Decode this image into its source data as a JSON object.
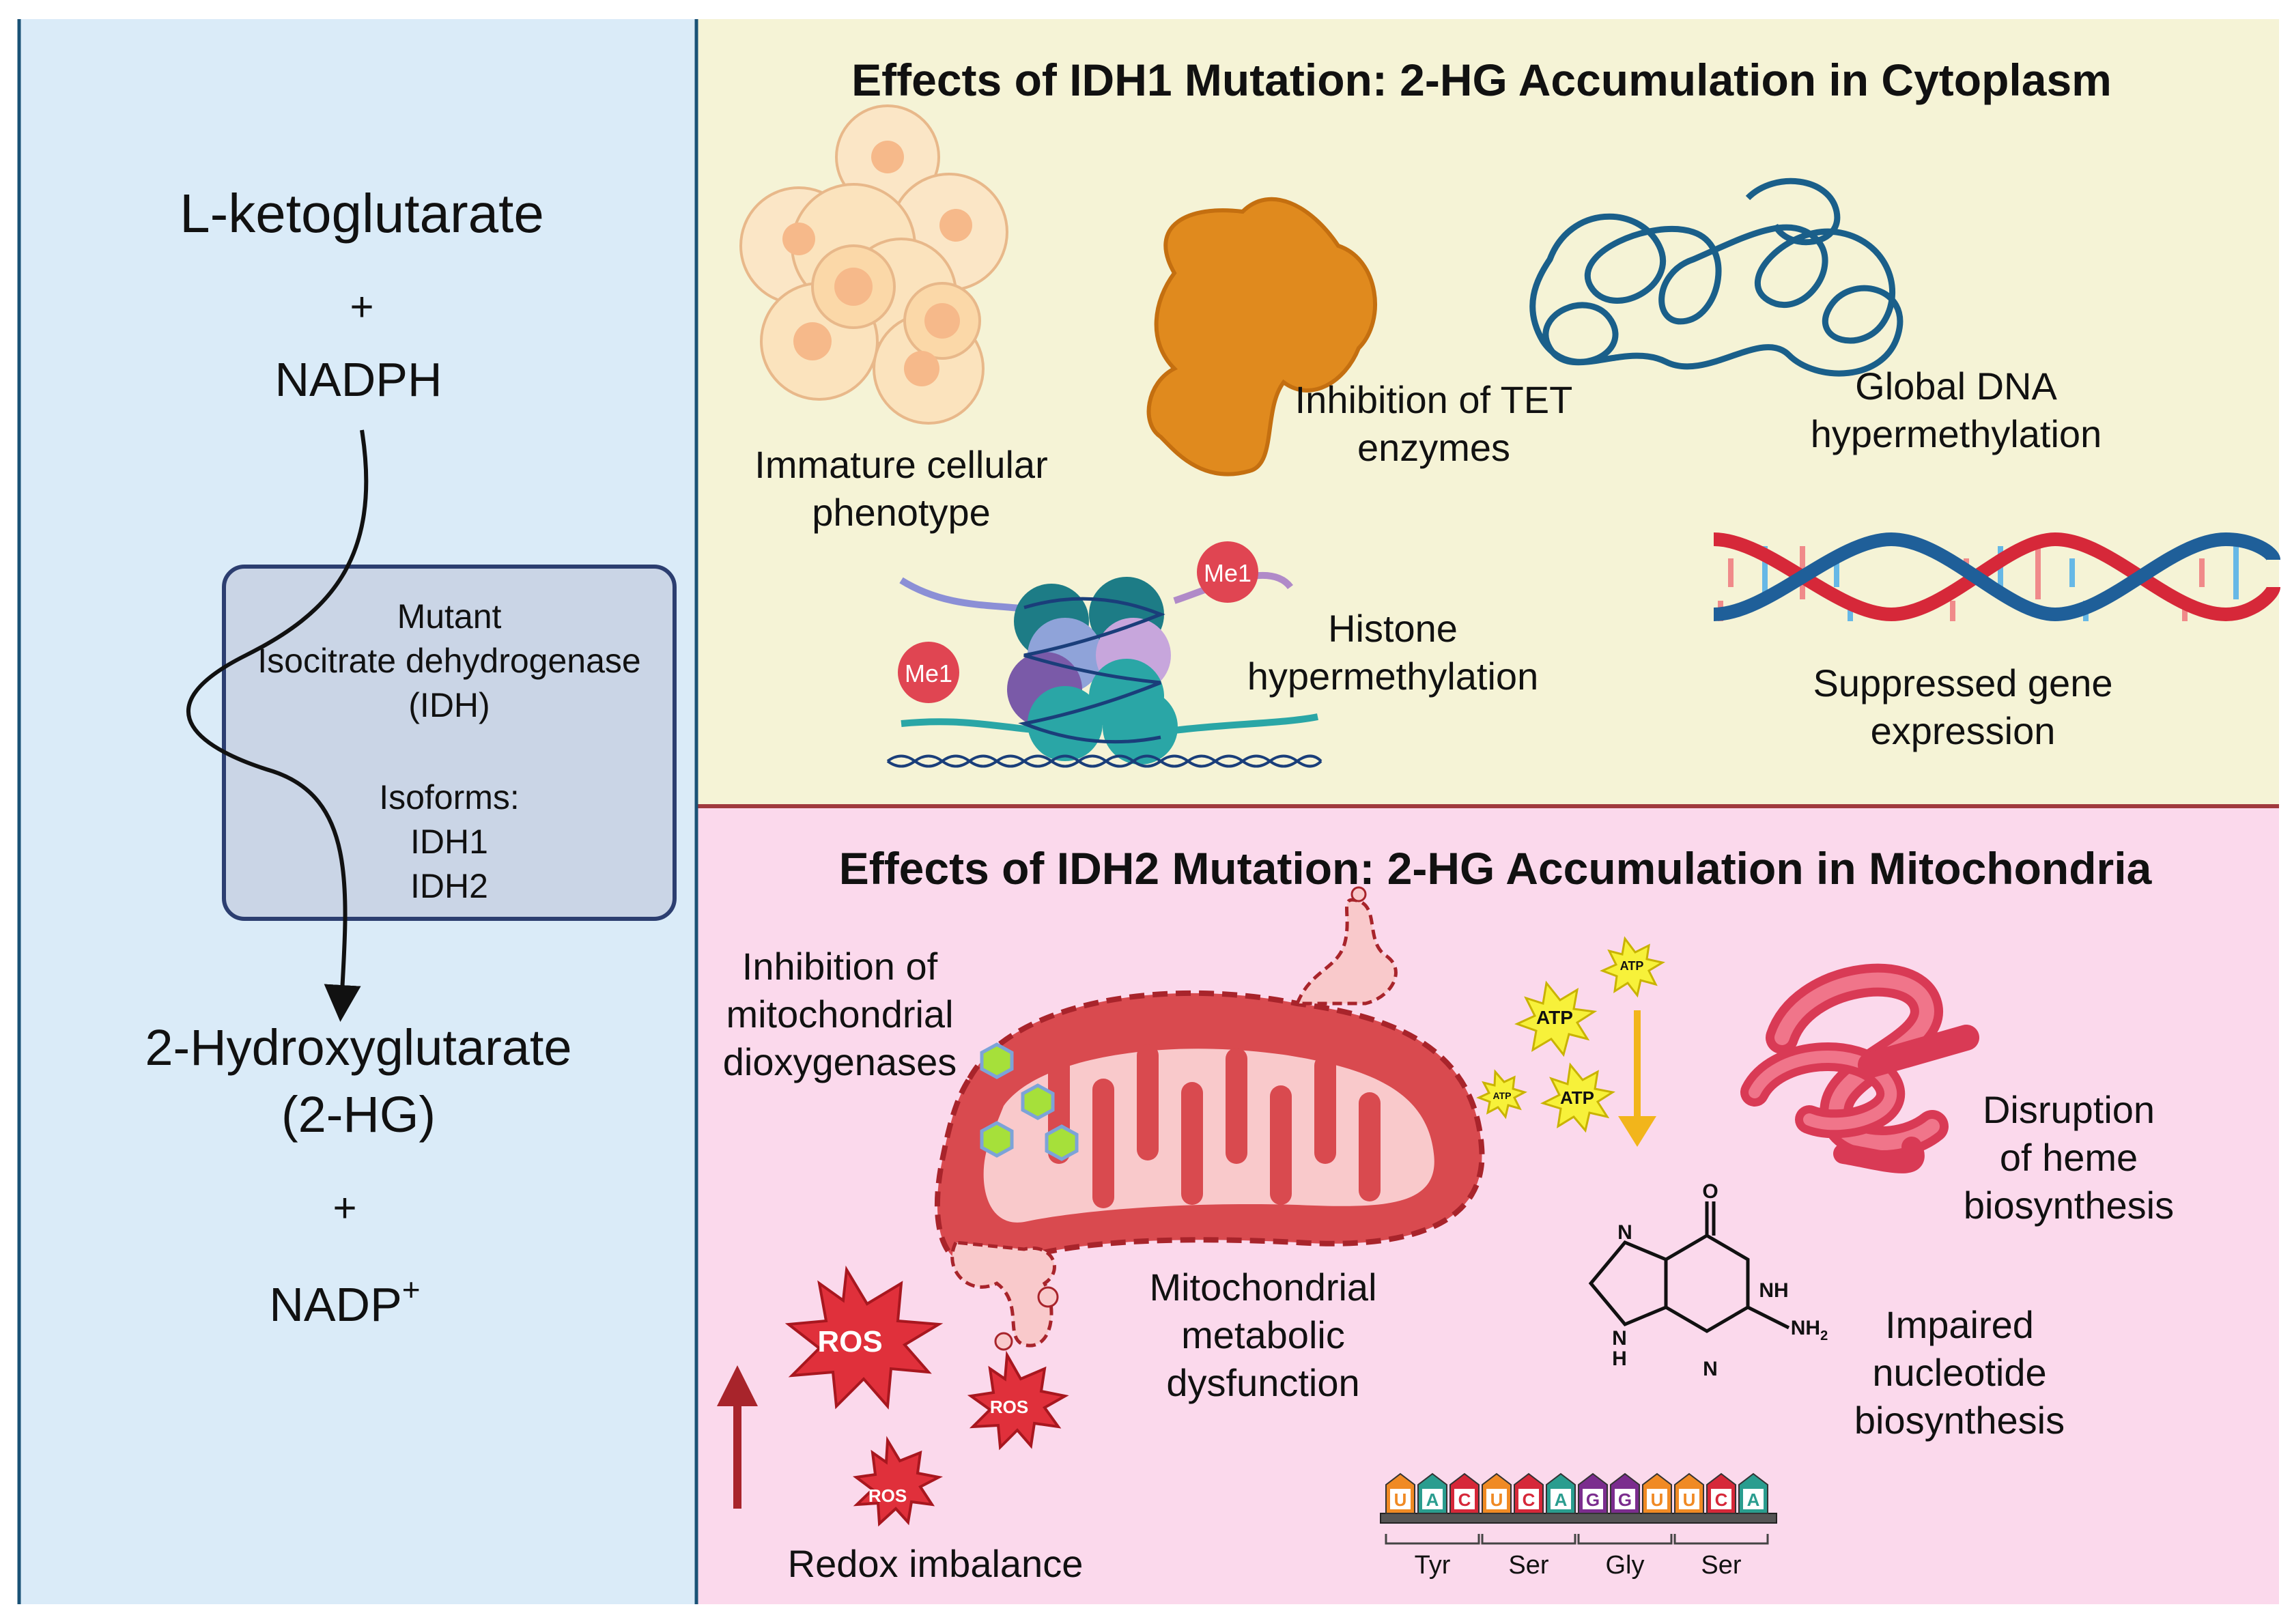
{
  "left_panel": {
    "substrate": "L-ketoglutarate",
    "plus_top": "+",
    "cofactor": "NADPH",
    "enzyme_box": {
      "line1": "Mutant",
      "line2": "Isocitrate dehydrogenase",
      "line3": "(IDH)",
      "isoforms_label": "Isoforms:",
      "isoform1": "IDH1",
      "isoform2": "IDH2"
    },
    "product_line1": "2-Hydroxyglutarate",
    "product_line2": "(2-HG)",
    "plus_bottom": "+",
    "nadp": "NADP",
    "nadp_sup": "+"
  },
  "top_panel": {
    "title": "Effects of IDH1 Mutation: 2-HG Accumulation in Cytoplasm",
    "labels": {
      "immature_1": "Immature cellular",
      "immature_2": "phenotype",
      "tet_1": "Inhibition of TET",
      "tet_2": "enzymes",
      "dna_1": "Global DNA",
      "dna_2": "hypermethylation",
      "histone_1": "Histone",
      "histone_2": "hypermethylation",
      "gene_1": "Suppressed gene",
      "gene_2": "expression",
      "me1": "Me1"
    }
  },
  "bottom_panel": {
    "title": "Effects of IDH2 Mutation: 2-HG Accumulation in Mitochondria",
    "labels": {
      "diox_1": "Inhibition of",
      "diox_2": "mitochondrial",
      "diox_3": "dioxygenases",
      "mito_1": "Mitochondrial",
      "mito_2": "metabolic",
      "mito_3": "dysfunction",
      "redox": "Redox imbalance",
      "ros": "ROS",
      "atp": "ATP",
      "heme_1": "Disruption",
      "heme_2": "of heme",
      "heme_3": "biosynthesis",
      "nuc_1": "Impaired",
      "nuc_2": "nucleotide",
      "nuc_3": "biosynthesis"
    },
    "guanine": {
      "o": "O",
      "n": "N",
      "nh": "NH",
      "nh2": "NH",
      "nh2_sub": "2",
      "h": "H"
    },
    "rna": {
      "bases": [
        "U",
        "A",
        "C",
        "U",
        "C",
        "A",
        "G",
        "G",
        "U",
        "U",
        "C",
        "A"
      ],
      "colors": [
        "#f08a24",
        "#2a9d8f",
        "#d62839",
        "#f08a24",
        "#d62839",
        "#2a9d8f",
        "#7b2d8e",
        "#7b2d8e",
        "#f08a24",
        "#f08a24",
        "#d62839",
        "#2a9d8f"
      ],
      "codons": [
        "Tyr",
        "Ser",
        "Gly",
        "Ser"
      ]
    }
  },
  "colors": {
    "left_bg": "#daebf8",
    "top_bg": "#f5f3d6",
    "bottom_bg": "#fbd9ec",
    "border": "#1a5276",
    "enzyme_box_bg": "#cad5e6",
    "enzyme_box_border": "#2c3e70",
    "mito_red": "#d94a4f",
    "ros_red": "#e0303b",
    "atp_yellow": "#f7f13a",
    "arrow_gold": "#f2b51b"
  }
}
